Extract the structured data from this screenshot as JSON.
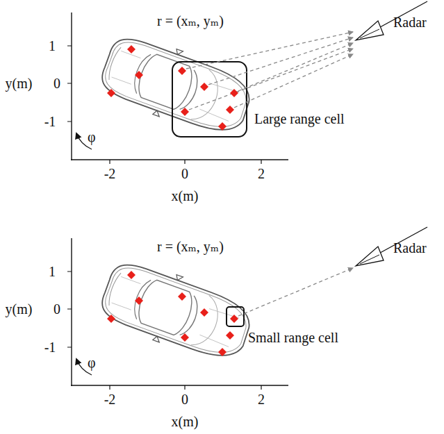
{
  "diagram": {
    "labels": [
      "1",
      "0",
      "-1",
      "y(m)",
      "-2",
      "0",
      "2",
      "x(m)",
      "φ",
      "r = (xₘ, yₘ)",
      "Radar",
      "Large range cell",
      "1",
      "0",
      "-1",
      "y(m)",
      "-2",
      "0",
      "2",
      "x(m)",
      "φ",
      "r = (xₘ, yₘ)",
      "Radar",
      "Small range cell"
    ]
  }
}
